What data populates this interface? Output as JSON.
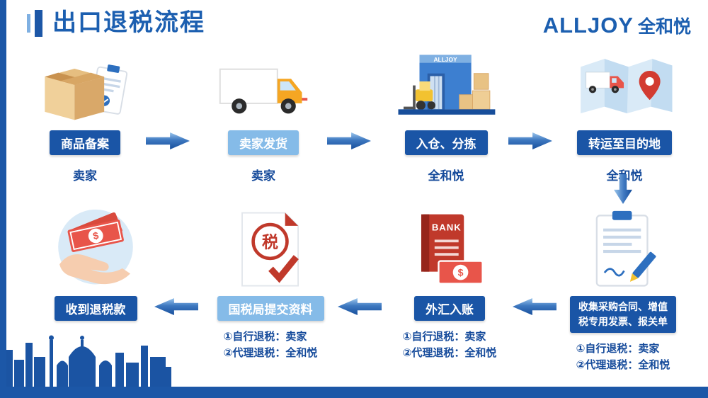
{
  "page": {
    "title": "出口退税流程",
    "logo_en": "ALLJOY",
    "logo_cn": "全和悦"
  },
  "colors": {
    "primary_dark": "#1A55A6",
    "primary_light": "#85BBE8",
    "title_blue": "#1C5FB0",
    "note_blue": "#164B9B",
    "accent_red": "#C0392B"
  },
  "signs": {
    "warehouse": "ALLJOY",
    "bank": "BANK",
    "tax": "税",
    "currency": "$"
  },
  "top_steps": [
    {
      "label": "商品备案",
      "actor": "卖家",
      "icon": "package-box-icon",
      "variant": "dark"
    },
    {
      "label": "卖家发货",
      "actor": "卖家",
      "icon": "delivery-truck-icon",
      "variant": "light"
    },
    {
      "label": "入仓、分拣",
      "actor": "全和悦",
      "icon": "warehouse-forklift-icon",
      "variant": "dark"
    },
    {
      "label": "转运至目的地",
      "actor": "全和悦",
      "icon": "truck-map-pin-icon",
      "variant": "dark"
    }
  ],
  "bottom_steps": [
    {
      "label": "收到退税款",
      "icon": "hand-money-icon",
      "variant": "dark",
      "notes": []
    },
    {
      "label": "国税局提交资料",
      "icon": "tax-document-icon",
      "variant": "light",
      "notes": [
        "①自行退税：卖家",
        "②代理退税：全和悦"
      ]
    },
    {
      "label": "外汇入账",
      "icon": "bank-passbook-icon",
      "variant": "dark",
      "notes": [
        "①自行退税：卖家",
        "②代理退税：全和悦"
      ]
    },
    {
      "label": "收集采购合同、增值税专用发票、报关单",
      "icon": "contract-documents-icon",
      "variant": "dark",
      "notes": [
        "①自行退税：卖家",
        "②代理退税：全和悦"
      ]
    }
  ]
}
